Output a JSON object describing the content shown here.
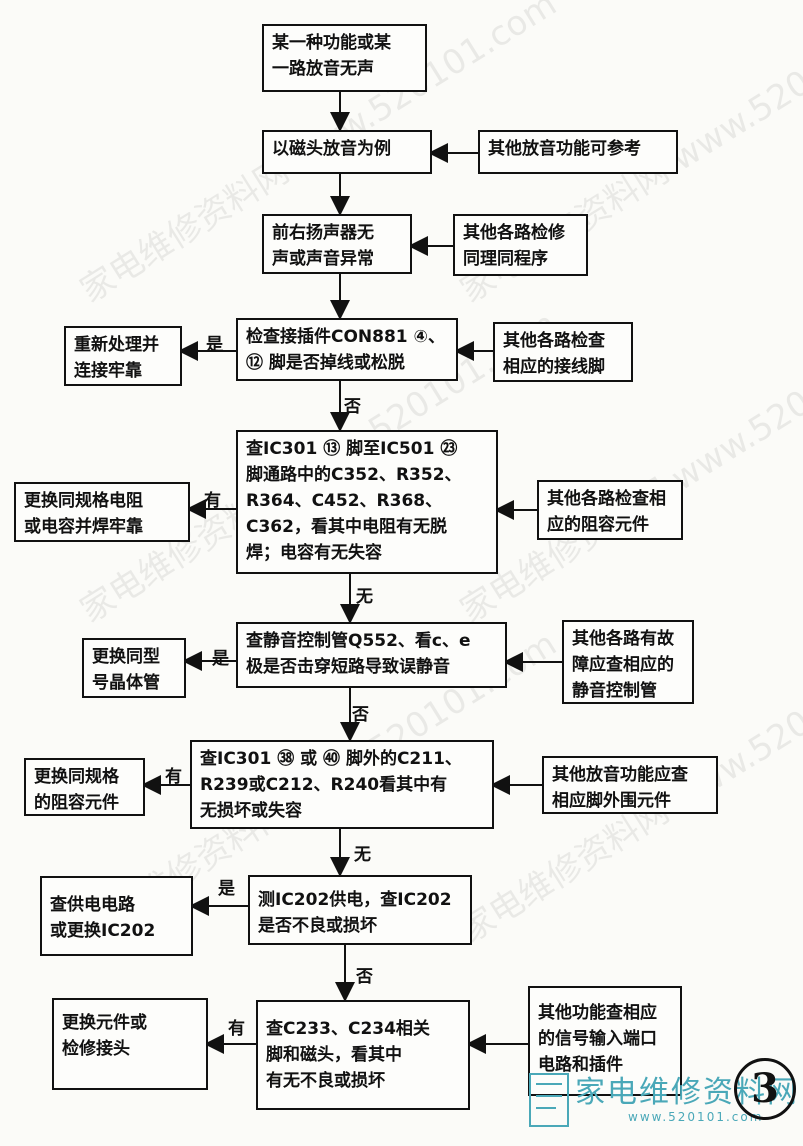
{
  "watermark": "家电维修资料网 www.520101.com",
  "logo": {
    "text": "家电维修资料网",
    "sub": "www.520101.com"
  },
  "page_number": "3",
  "nodes": {
    "n1": "某一种功能或某\n一路放音无声",
    "n2": "以磁头放音为例",
    "n2r": "其他放音功能可参考",
    "n3": "前右扬声器无\n声或声音异常",
    "n3r": "其他各路检修\n同理同程序",
    "n4": "检查接插件CON881 ④、\n⑫ 脚是否掉线或松脱",
    "n4l": "重新处理并\n连接牢靠",
    "n4r": "其他各路检查\n相应的接线脚",
    "n5": "查IC301 ⑬ 脚至IC501 ㉓\n脚通路中的C352、R352、\nR364、C452、R368、\nC362，看其中电阻有无脱\n焊；电容有无失容",
    "n5l": "更换同规格电阻\n或电容并焊牢靠",
    "n5r": "其他各路检查相\n应的阻容元件",
    "n6": "查静音控制管Q552、看c、e\n极是否击穿短路导致误静音",
    "n6l": "更换同型\n号晶体管",
    "n6r": "其他各路有故\n障应查相应的\n静音控制管",
    "n7": "查IC301 ㊳ 或 ㊵ 脚外的C211、\nR239或C212、R240看其中有\n无损坏或失容",
    "n7l": "更换同规格\n的阻容元件",
    "n7r": "其他放音功能应查\n相应脚外围元件",
    "n8": "测IC202供电，查IC202\n是否不良或损坏",
    "n8l": "查供电电路\n或更换IC202",
    "n9": "查C233、C234相关\n脚和磁头，看其中\n有无不良或损坏",
    "n9l": "更换元件或\n检修接头",
    "n9r": "其他功能查相应\n的信号输入端口\n电路和插件"
  },
  "labels": {
    "yes1": "是",
    "no1": "否",
    "has1": "有",
    "none1": "无",
    "yes2": "是",
    "no2": "否",
    "has2": "有",
    "none2": "无",
    "yes3": "是",
    "no3": "否",
    "has3": "有"
  }
}
